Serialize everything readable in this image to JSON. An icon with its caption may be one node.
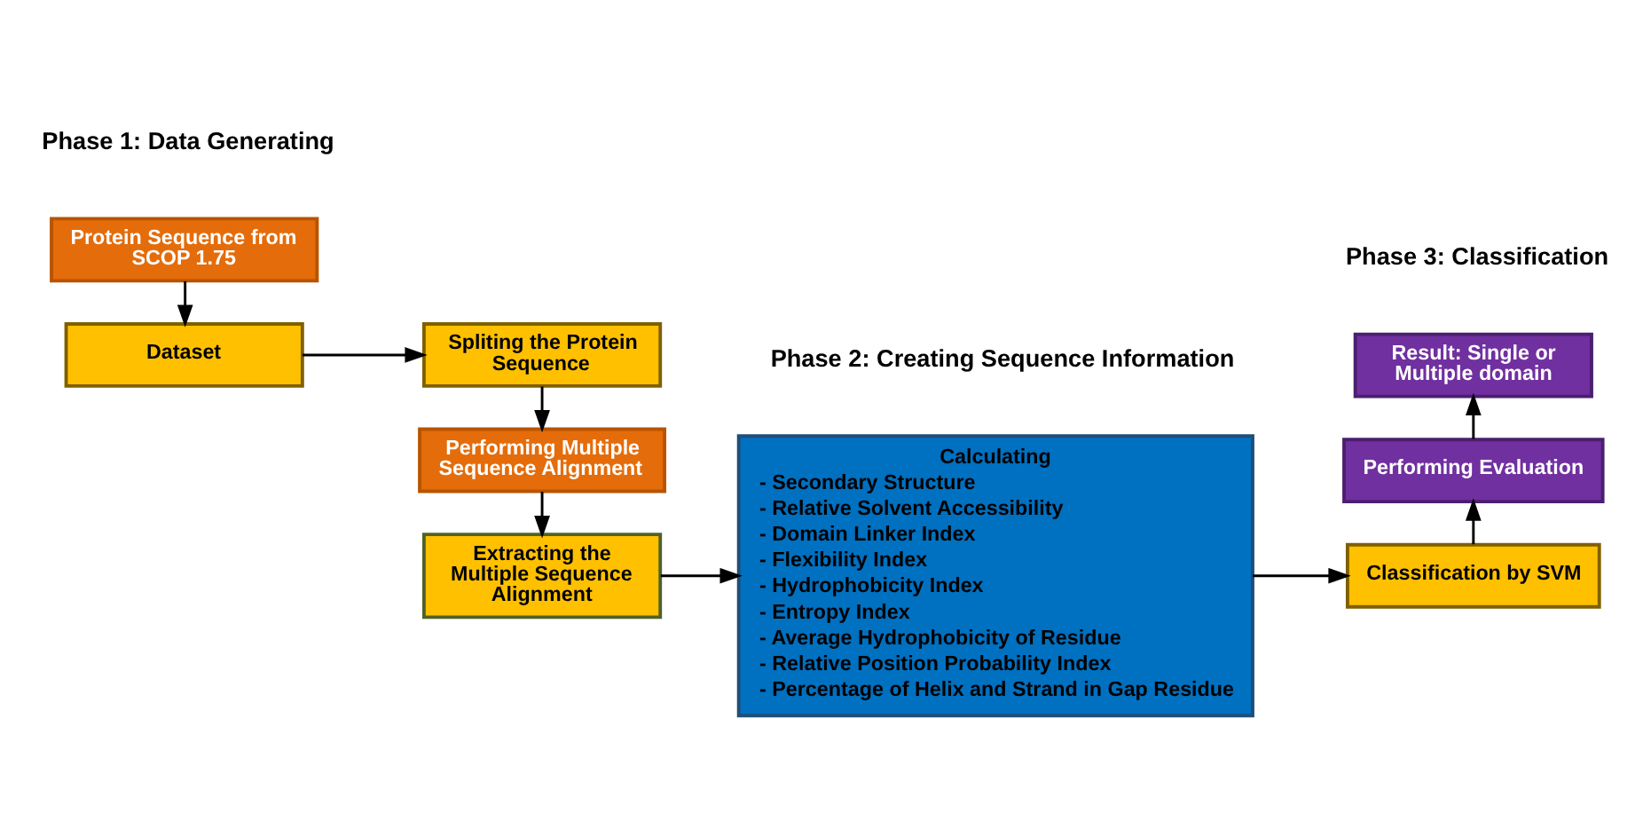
{
  "diagram": {
    "nodes": [
      {
        "text": [
          "Protein Sequence from SCOP 1.75"
        ]
      },
      {
        "text": [
          "Dataset"
        ]
      },
      {
        "text": [
          "Spliting the Protein Sequence"
        ]
      },
      {
        "text": [
          "Performing Multiple Sequence Alignment"
        ]
      },
      {
        "text": [
          "Extracting the Multiple Sequence Alignment"
        ]
      },
      {
        "text": [
          "Calculating",
          "- Secondary Structure",
          "- Relative Solvent Accessibility",
          "- Domain Linker Index",
          "- Flexibility Index",
          "- Hydrophobicity Index",
          "- Entropy Index",
          "- Average Hydrophobicity of Residue",
          "- Relative Position Probability Index",
          "- Percentage of Helix and Strand in Gap Residue"
        ]
      },
      {
        "text": [
          "Classification by SVM"
        ]
      },
      {
        "text": [
          "Performing Evaluation"
        ]
      },
      {
        "text": [
          "Result: Single or Multiple domain"
        ]
      }
    ],
    "edges": [
      {
        "from": 0,
        "to": 1,
        "arrow": "to"
      },
      {
        "from": 1,
        "to": 2,
        "arrow": "to"
      },
      {
        "from": 2,
        "to": 3,
        "arrow": "to"
      },
      {
        "from": 3,
        "to": 4,
        "arrow": "to"
      },
      {
        "from": 4,
        "to": 5,
        "arrow": "to"
      },
      {
        "from": 5,
        "to": 6,
        "arrow": "to"
      },
      {
        "from": 6,
        "to": 7,
        "arrow": "to"
      },
      {
        "from": 7,
        "to": 8,
        "arrow": "to"
      }
    ],
    "labels": [
      "Phase 1: Data Generating",
      "Phase 2: Creating Sequence Information",
      "Phase 3: Classification"
    ]
  }
}
